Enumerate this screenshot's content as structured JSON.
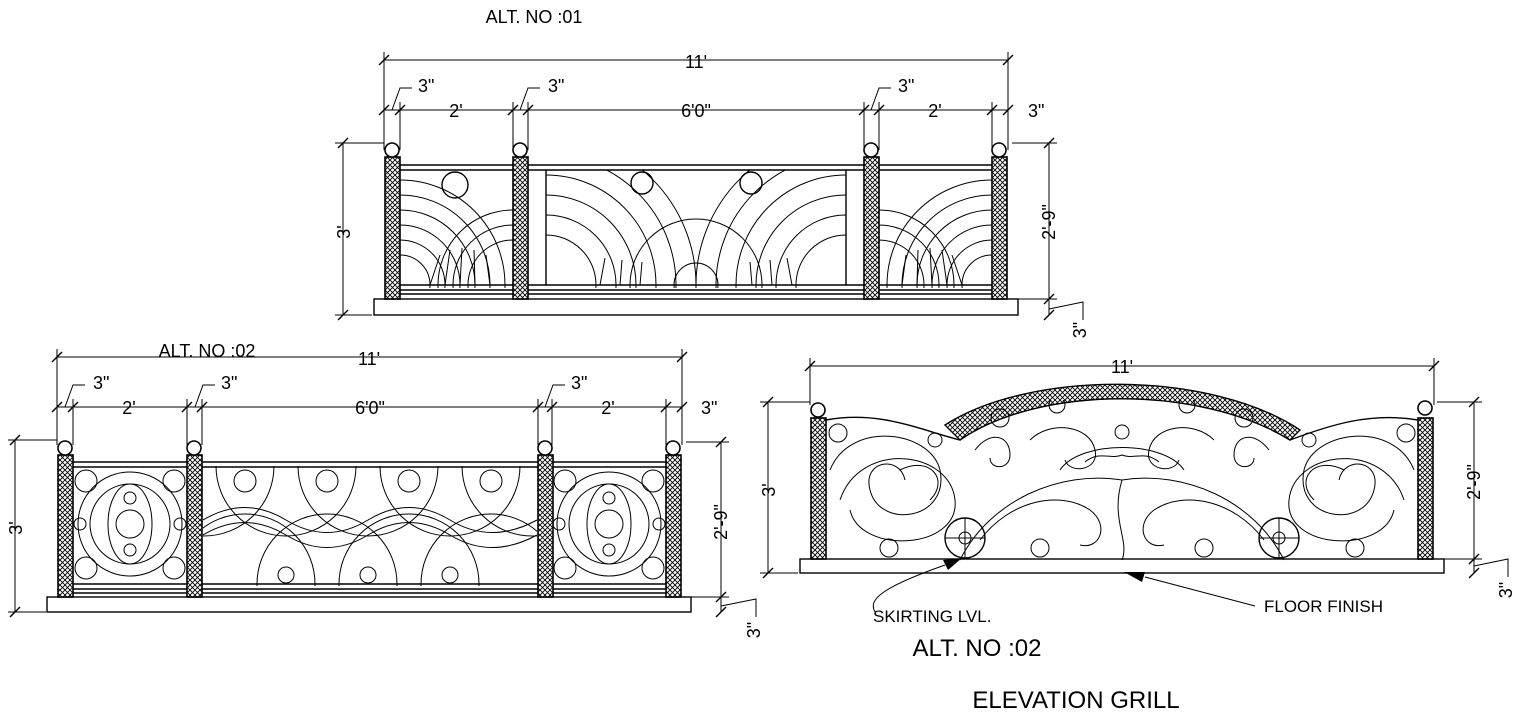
{
  "drawing_title": "ELEVATION GRILL",
  "alt1": {
    "title": "ALT. NO :01",
    "overall": "11'",
    "post_width": "3\"",
    "side_panel": "2'",
    "center_panel": "6'0\"",
    "height": "3'",
    "rail_height": "2'-9\"",
    "base": "3\""
  },
  "alt2": {
    "title": "ALT. NO :02",
    "overall": "11'",
    "post_width": "3\"",
    "side_panel": "2'",
    "center_panel": "6'0\"",
    "height": "3'",
    "rail_height": "2'-9\"",
    "base": "3\""
  },
  "alt3": {
    "title": "ALT. NO :02",
    "overall": "11'",
    "height": "3'",
    "rail_height": "2'-9\"",
    "base": "3\"",
    "skirting_label": "SKIRTING LVL.",
    "floor_label": "FLOOR FINISH"
  },
  "icons": {
    "post": "crosshatched-post-icon",
    "finial": "ball-finial-icon",
    "arrow": "leader-arrow-icon"
  }
}
